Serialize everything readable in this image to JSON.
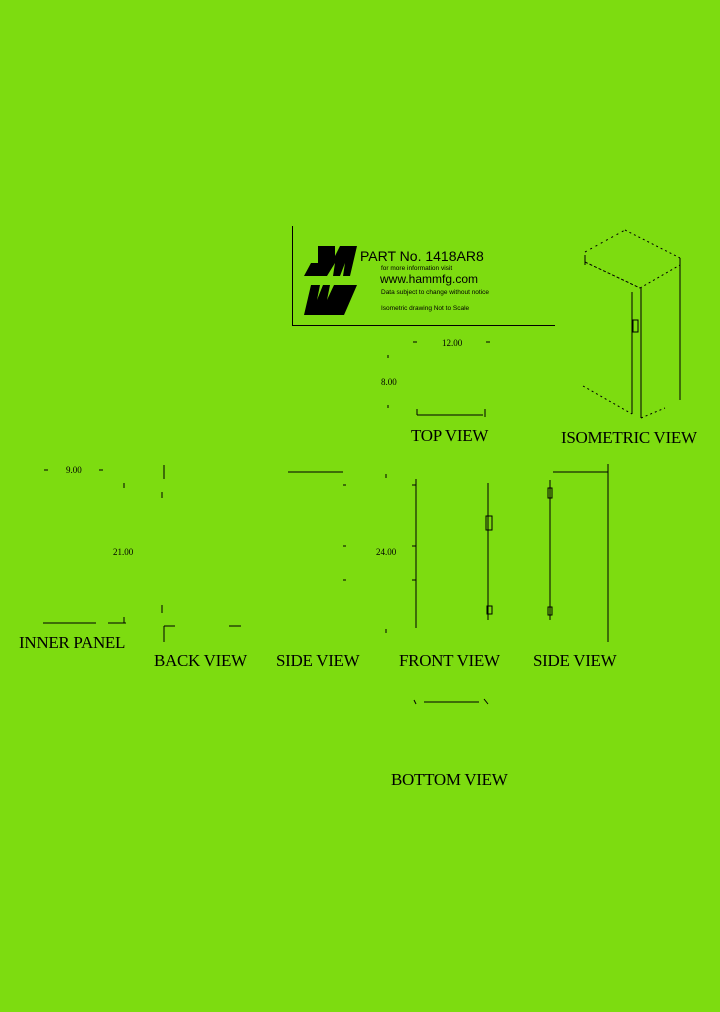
{
  "title_block": {
    "logo": "hammond-logo-icon",
    "part_number": "PART No.  1418AR8",
    "info_line": "for more information visit",
    "url": "www.hammfg.com",
    "notice": "Data subject to change without notice",
    "scale_note": "Isometric drawing Not to Scale"
  },
  "views": {
    "top": "TOP VIEW",
    "isometric": "ISOMETRIC VIEW",
    "inner_panel": "INNER PANEL",
    "back": "BACK VIEW",
    "side_left": "SIDE VIEW",
    "front": "FRONT VIEW",
    "side_right": "SIDE VIEW",
    "bottom": "BOTTOM VIEW"
  },
  "dimensions": {
    "top_width": "12.00",
    "top_depth": "8.00",
    "inner_width": "9.00",
    "inner_height": "21.00",
    "overall_height": "24.00"
  },
  "colors": {
    "background": "#7ddc10",
    "ink": "#000000"
  }
}
